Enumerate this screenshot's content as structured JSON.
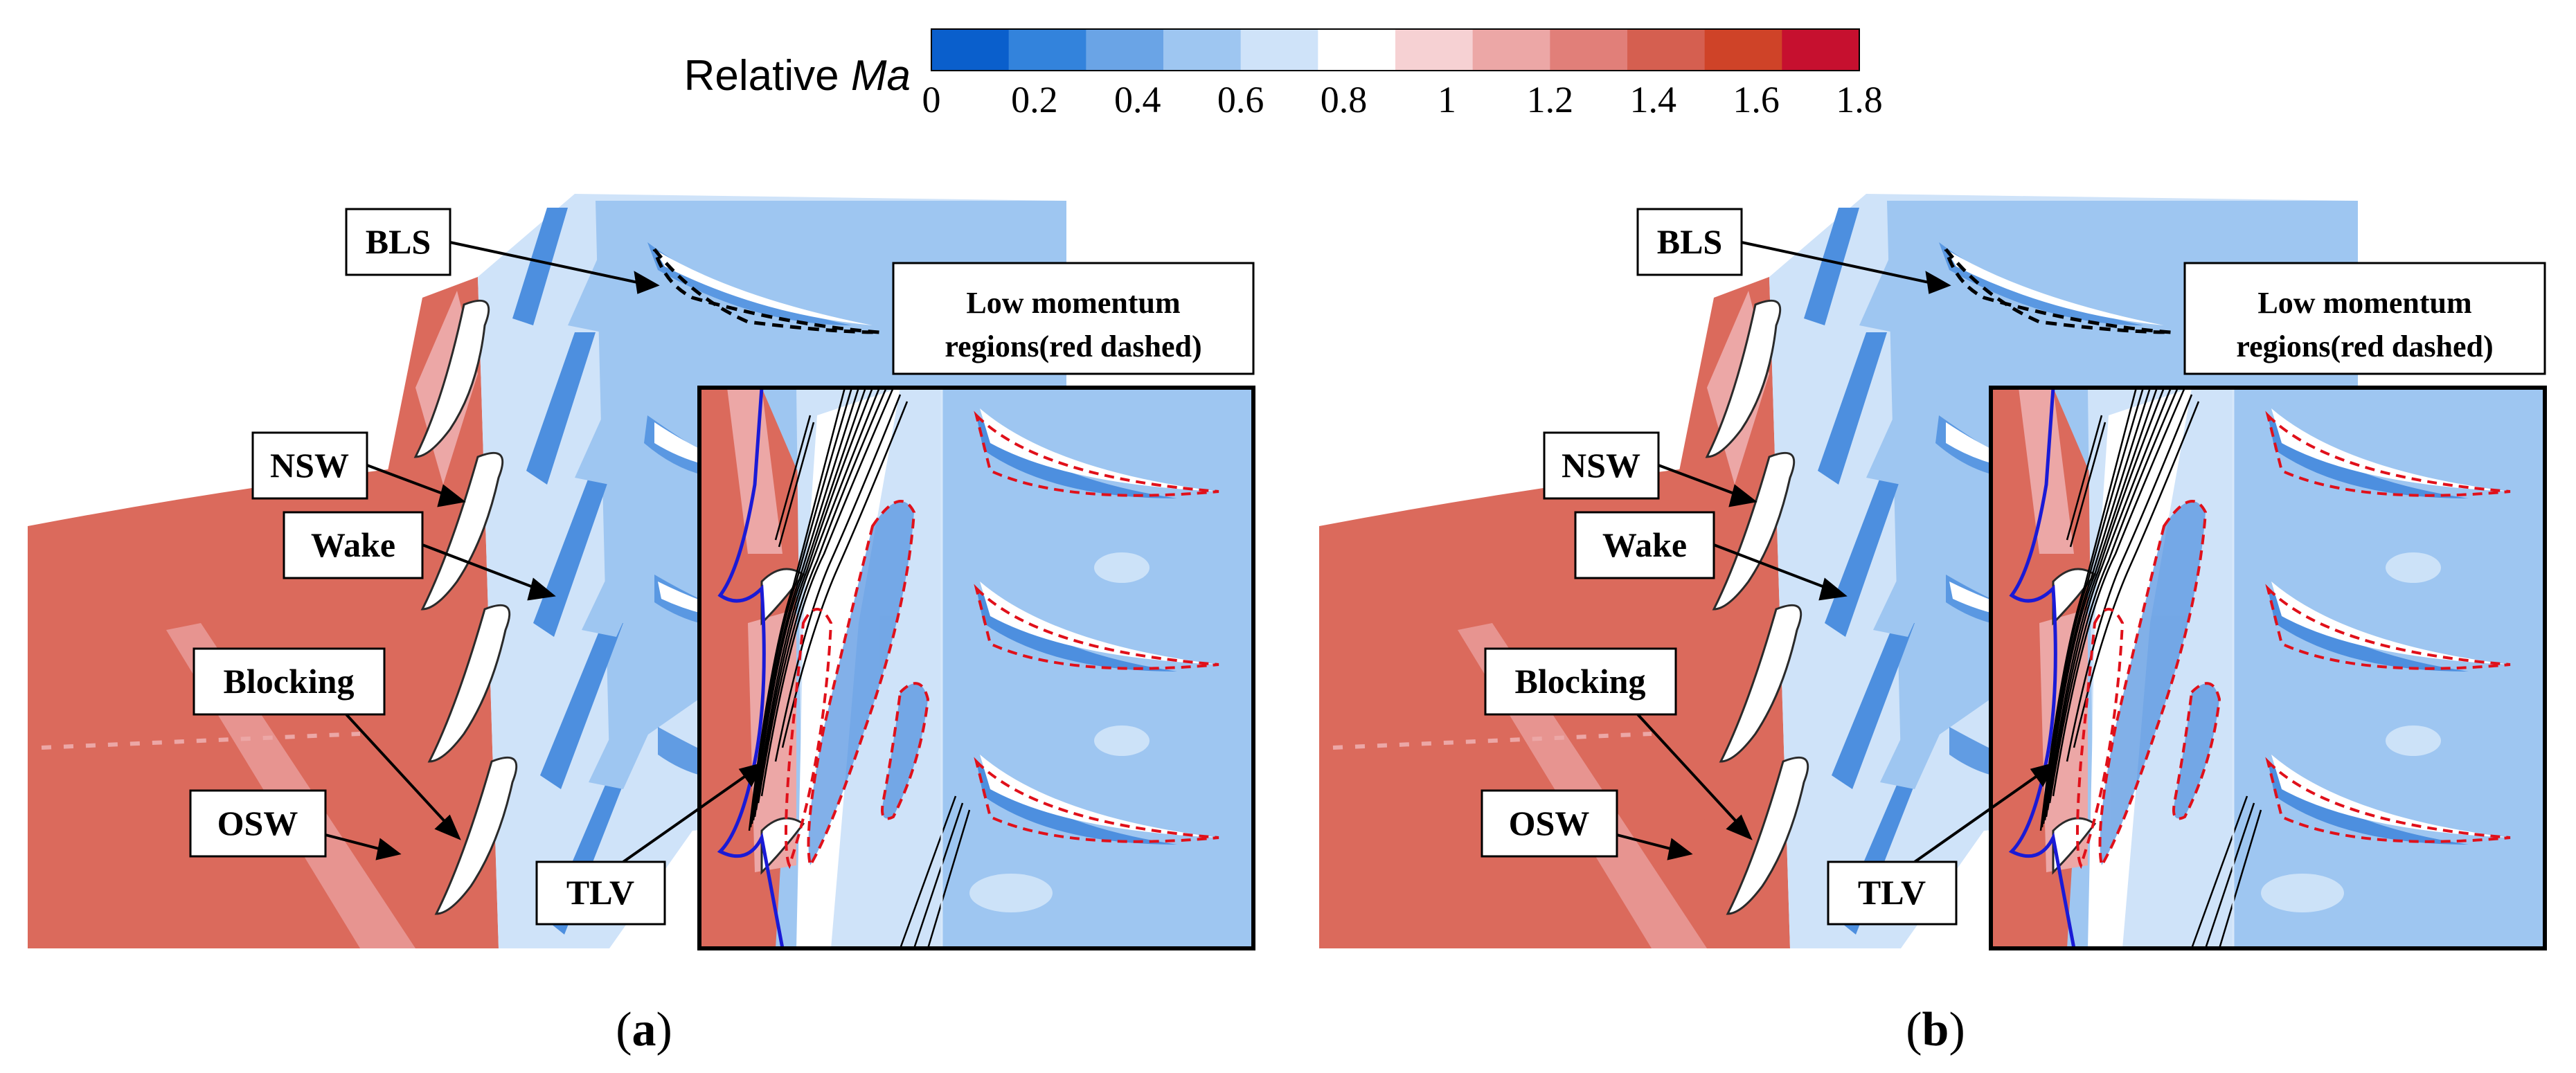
{
  "colorbar": {
    "title_prefix": "Relative ",
    "title_var": "Ma",
    "ticks": [
      "0",
      "0.2",
      "0.4",
      "0.6",
      "0.8",
      "1",
      "1.2",
      "1.4",
      "1.6",
      "1.8"
    ],
    "colors": [
      "#0a5fcc",
      "#3383dc",
      "#6aa4e6",
      "#9ec6f1",
      "#cfe3f9",
      "#ffffff",
      "#f6d1d3",
      "#eca7a6",
      "#e17f79",
      "#d55f50",
      "#cf4328",
      "#c6102f"
    ]
  },
  "panels": [
    {
      "letter": "a",
      "labels": {
        "bls": "BLS",
        "low_momentum_1": "Low momentum",
        "low_momentum_2": "regions(red dashed)",
        "nsw": "NSW",
        "wake": "Wake",
        "blocking": "Blocking",
        "osw": "OSW",
        "tlv": "TLV"
      }
    },
    {
      "letter": "b",
      "labels": {
        "bls": "BLS",
        "low_momentum_1": "Low momentum",
        "low_momentum_2": "regions(red dashed)",
        "nsw": "NSW",
        "wake": "Wake",
        "blocking": "Blocking",
        "osw": "OSW",
        "tlv": "TLV"
      }
    }
  ],
  "palette": {
    "supersonic": "#db6a5c",
    "supersonic_light": "#eca7a6",
    "subsonic": "#9ec6f1",
    "subsonic_dark": "#4d8fdf",
    "subsonic_light": "#d7e8fa",
    "blade_outline": "#2a2a2a",
    "sonic_line": "#1a1ad6",
    "low_momentum_line": "#e0101a"
  }
}
